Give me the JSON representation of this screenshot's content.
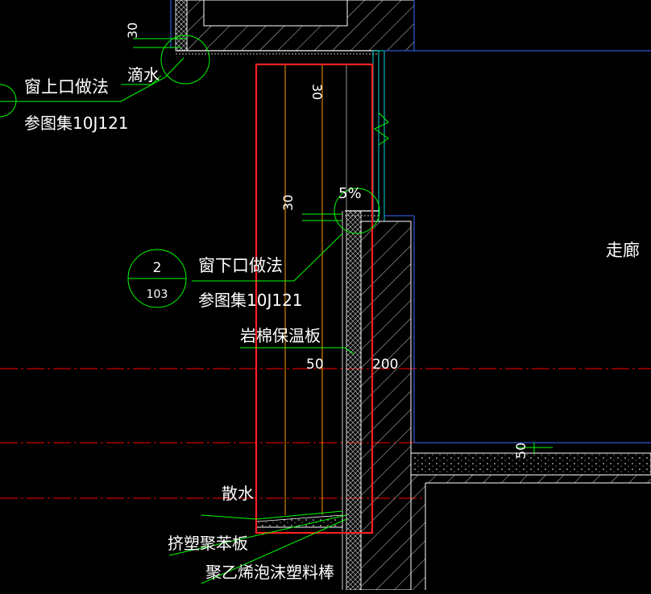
{
  "colors": {
    "background": "#000000",
    "structure": "#ffffff",
    "leader": "#00ff00",
    "axis": "#ff0000",
    "dimension": "#ff9900",
    "highlight": "#ff2020",
    "blue_line": "#3a6cff",
    "cyan": "#00d8d8",
    "text": "#ffffff"
  },
  "labels": {
    "dim_30_top": "30",
    "drip": "滴水",
    "lintel_title": "窗上口做法",
    "lintel_ref": "参图集10J121",
    "dim_30_window": "30",
    "slope": "5%",
    "dim_30_mid": "30",
    "callout_number": "2",
    "callout_sheet": "103",
    "sill_title": "窗下口做法",
    "sill_ref": "参图集10J121",
    "insulation": "岩棉保温板",
    "dim_50": "50",
    "dim_200": "200",
    "corridor": "走廊",
    "dim_50_floor": "50",
    "apron": "散水",
    "xps": "挤塑聚苯板",
    "pe_rod": "聚乙烯泡沫塑料棒"
  }
}
